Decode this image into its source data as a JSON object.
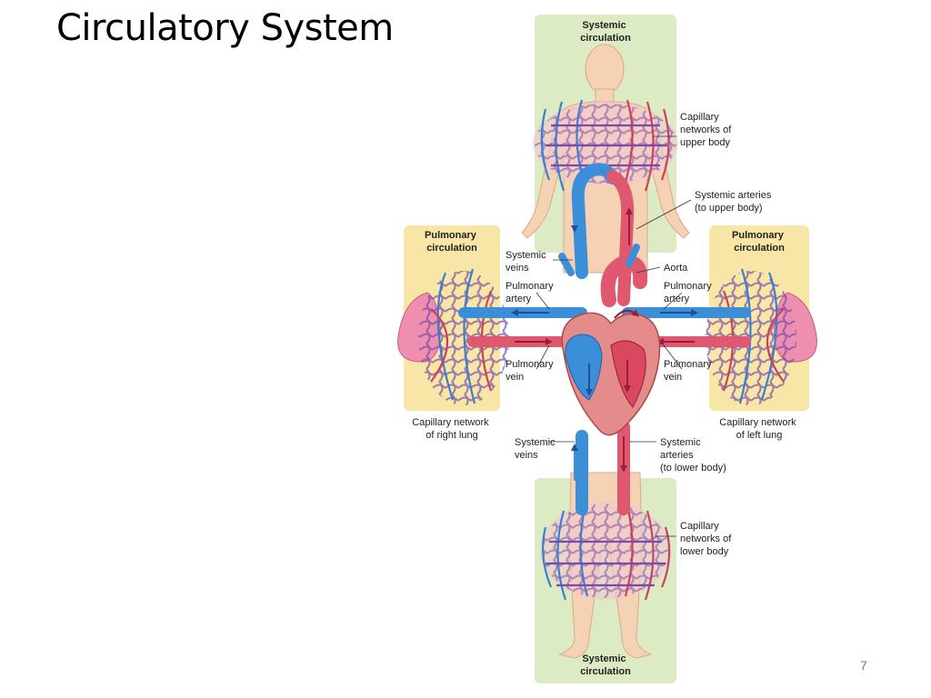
{
  "slide": {
    "title": "Circulatory System",
    "page_number": "7"
  },
  "diagram": {
    "systemic_top": [
      "Systemic",
      "circulation"
    ],
    "systemic_bottom": [
      "Systemic",
      "circulation"
    ],
    "pulmonary_left": [
      "Pulmonary",
      "circulation"
    ],
    "pulmonary_right": [
      "Pulmonary",
      "circulation"
    ],
    "cap_upper": [
      "Capillary",
      "networks of",
      "upper body"
    ],
    "sys_art_upper": [
      "Systemic arteries",
      "(to upper body)"
    ],
    "sys_veins_upper": [
      "Systemic",
      "veins"
    ],
    "aorta": [
      "Aorta"
    ],
    "pulm_artery_left": [
      "Pulmonary",
      "artery"
    ],
    "pulm_artery_right": [
      "Pulmonary",
      "artery"
    ],
    "pulm_vein_left": [
      "Pulmonary",
      "vein"
    ],
    "pulm_vein_right": [
      "Pulmonary",
      "vein"
    ],
    "cap_right_lung": [
      "Capillary network",
      "of right lung"
    ],
    "cap_left_lung": [
      "Capillary network",
      "of left lung"
    ],
    "sys_veins_lower": [
      "Systemic",
      "veins"
    ],
    "sys_art_lower": [
      "Systemic",
      "arteries",
      "(to lower body)"
    ],
    "cap_lower": [
      "Capillary",
      "networks of",
      "lower body"
    ]
  },
  "colors": {
    "systemic_panel": "#dcebc4",
    "pulmonary_panel": "#f8e6a6",
    "deoxygenated_blood": "#3b8fd8",
    "oxygenated_blood": "#e0586f",
    "skin": "#f6d2b4"
  }
}
